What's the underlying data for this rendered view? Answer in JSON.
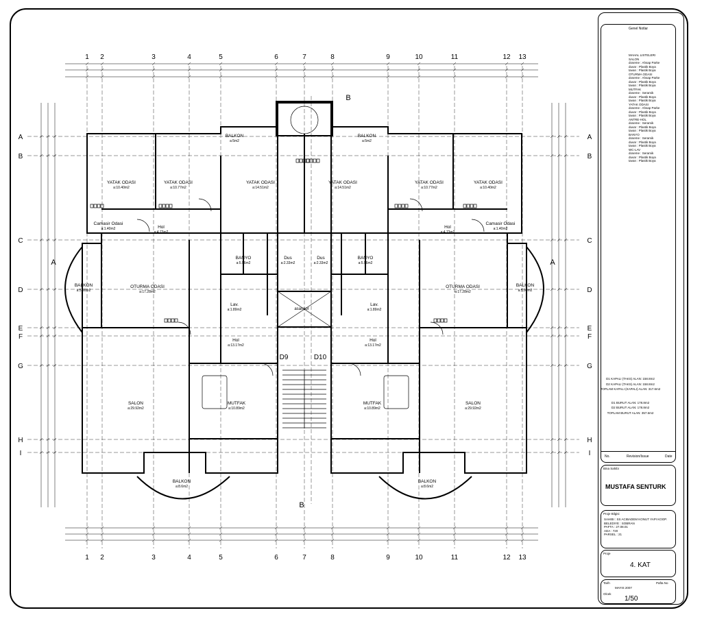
{
  "grid": {
    "columns": [
      "1",
      "2",
      "3",
      "4",
      "5",
      "6",
      "7",
      "8",
      "9",
      "10",
      "11",
      "12",
      "13"
    ],
    "rows": [
      "A",
      "B",
      "C",
      "D",
      "E",
      "F",
      "G",
      "H",
      "I"
    ]
  },
  "sections": {
    "a": "A",
    "b": "B"
  },
  "rooms_left": [
    {
      "name": "YATAK ODASI",
      "area": "a:10.40m2"
    },
    {
      "name": "YATAK ODASI",
      "area": "a:10.77m2"
    },
    {
      "name": "YATAK ODASI",
      "area": "a:14.51m2"
    },
    {
      "name": "Camasir Odasi",
      "area": "a:1.40m2"
    },
    {
      "name": "Hol",
      "area": "a:4.73m2"
    },
    {
      "name": "BANYO",
      "area": "a:5.96m2"
    },
    {
      "name": "Dus",
      "area": "a:2.33m2"
    },
    {
      "name": "OTURMA ODASI",
      "area": "a:17.28m2"
    },
    {
      "name": "BALKON",
      "area": "a:5.90m2"
    },
    {
      "name": "Lav.",
      "area": "a:1.89m2"
    },
    {
      "name": "Hol",
      "area": "a:13.17m2"
    },
    {
      "name": "SALON",
      "area": "a:29.92m2"
    },
    {
      "name": "MUTFAK",
      "area": "a:10.89m2"
    },
    {
      "name": "BALKON",
      "area": "a:8.6m2"
    },
    {
      "name": "BALKON",
      "area": "a:5m2"
    }
  ],
  "rooms_right": [
    {
      "name": "YATAK ODASI",
      "area": "a:14.51m2"
    },
    {
      "name": "YATAK ODASI",
      "area": "a:10.77m2"
    },
    {
      "name": "YATAK ODASI",
      "area": "a:10.40m2"
    },
    {
      "name": "Camasir Odasi",
      "area": "a:1.40m2"
    },
    {
      "name": "Hol",
      "area": "a:4.73m2"
    },
    {
      "name": "Dus",
      "area": "a:2.33m2"
    },
    {
      "name": "BANYO",
      "area": "a:5.96m2"
    },
    {
      "name": "OTURMA ODASI",
      "area": "a:17.28m2"
    },
    {
      "name": "BALKON",
      "area": "a:5.90m2"
    },
    {
      "name": "Lav.",
      "area": "a:1.89m2"
    },
    {
      "name": "Hol",
      "area": "a:13.17m2"
    },
    {
      "name": "SALON",
      "area": "a:29.92m2"
    },
    {
      "name": "MUTFAK",
      "area": "a:10.89m2"
    },
    {
      "name": "BALKON",
      "area": "a:8.6m2"
    },
    {
      "name": "BALKON",
      "area": "a:5m2"
    }
  ],
  "core": {
    "elevator": "asansor",
    "door_left": "D9",
    "door_right": "D10"
  },
  "area_summary": [
    "D1 KAPALI (TAKS) ALAN: 158.8m2",
    "D2 KAPALI (TAKS) ALAN: 158.8m2",
    "TOPLAM KAPALI (KAPALI) ALAN: 317.6m2",
    "D1 BURUT ALAN: 178.8m2",
    "D2 BURUT ALAN: 178.8m2",
    "TOPLAM BURUT ALAN: 357.6m2"
  ],
  "title_block": {
    "notes_title": "Genel Notlar",
    "notes": [
      "MAHAL LISTELERI",
      "SALON",
      "doseme : Ahsap Parke",
      "duvar : Plastik Boya",
      "tavan : Plastik Boya",
      "OTURMA ODASI",
      "doseme : Ahsap Parke",
      "duvar : Plastik Boya",
      "tavan : Plastik Boya",
      "MUTFAK",
      "doseme : Seramik",
      "duvar : Plastik Boya",
      "tavan : Plastik Boya",
      "YATAK ODASI",
      "doseme : Ahsap Parke",
      "duvar : Plastik Boya",
      "tavan : Plastik Boya",
      "ANTRE-HOL",
      "doseme : Seramik",
      "duvar : Plastik Boya",
      "tavan : Plastik Boya",
      "BANYO",
      "doseme : Seramik",
      "duvar : Plastik Boya",
      "tavan : Plastik Boya",
      "WC-LAV",
      "doseme : Seramik",
      "duvar : Plastik Boya",
      "tavan : Plastik Boya"
    ],
    "revision_headers": {
      "no": "No.",
      "issue": "Revision/Issue",
      "date": "Date"
    },
    "owner_label": "Bina Sahibi",
    "owner_name": "MUSTAFA SENTURK",
    "project_label": "Proje Bilgisi",
    "project_lines": [
      "SAHIBI : SS ACIBADEM KONUT YAPI KOOP.",
      "BELEDIYE : SOBRAN",
      "PAFTA : 27.08.01",
      "ADA : 720",
      "PARSEL : 21"
    ],
    "drawing_label": "Proje",
    "drawing_title": "4. KAT",
    "date_label": "Tarih",
    "date_value": "MAYIS 2007",
    "sheet_label": "Pafta No",
    "scale_label": "Olcek",
    "scale_value": "1/50"
  }
}
